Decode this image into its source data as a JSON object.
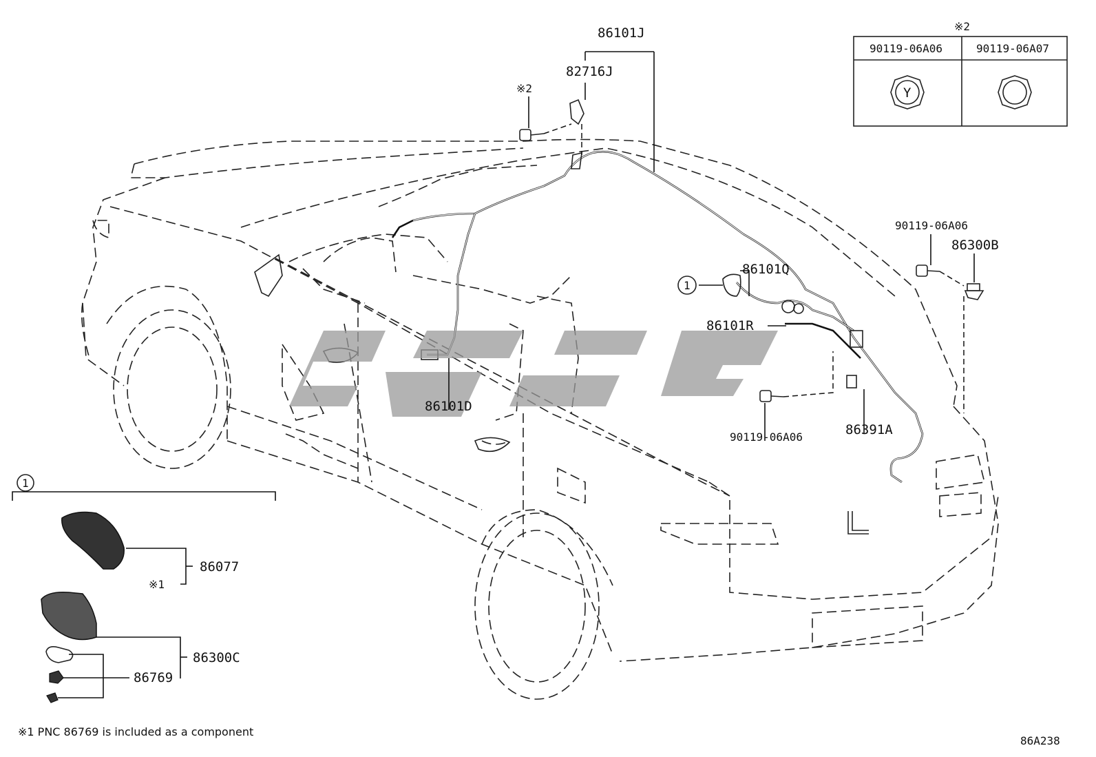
{
  "diagram_code": "86A238",
  "footnote": "※1 PNC 86769 is included as a component",
  "bolt_table": {
    "marker": "※2",
    "columns": [
      {
        "part_no": "90119-06A06",
        "icon": "bolt-head-y-icon",
        "icon_letter": "Y"
      },
      {
        "part_no": "90119-06A07",
        "icon": "bolt-head-plain-icon"
      }
    ]
  },
  "callouts": {
    "p86101J": "86101J",
    "p82716J": "82716J",
    "bolt_marker_top": "※2",
    "p90119_right": "90119-06A06",
    "p86300B": "86300B",
    "p86101Q": "86101Q",
    "p86101R": "86101R",
    "p86101D": "86101D",
    "p90119_mid": "90119-06A06",
    "p86391A": "86391A",
    "circle_ref": "1"
  },
  "inset": {
    "circle_ref": "1",
    "p86077": "86077",
    "note_marker": "※1",
    "p86300C": "86300C",
    "p86769": "86769"
  }
}
